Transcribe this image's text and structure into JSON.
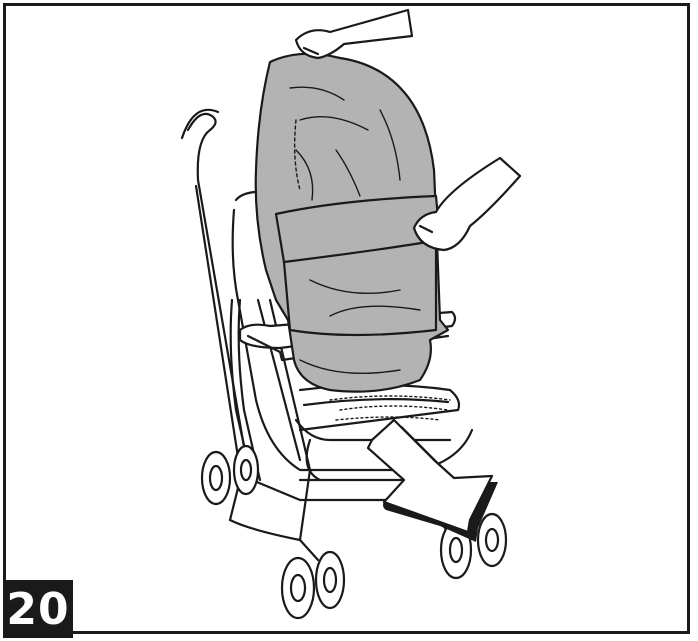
{
  "step": {
    "number": "20"
  },
  "colors": {
    "outline": "#1a1a1a",
    "footmuff_fill": "#b3b3b3",
    "background": "#ffffff"
  },
  "illustration": {
    "subject": "stroller-with-footmuff",
    "hands": 2,
    "arrow": "pointing-down-right"
  }
}
